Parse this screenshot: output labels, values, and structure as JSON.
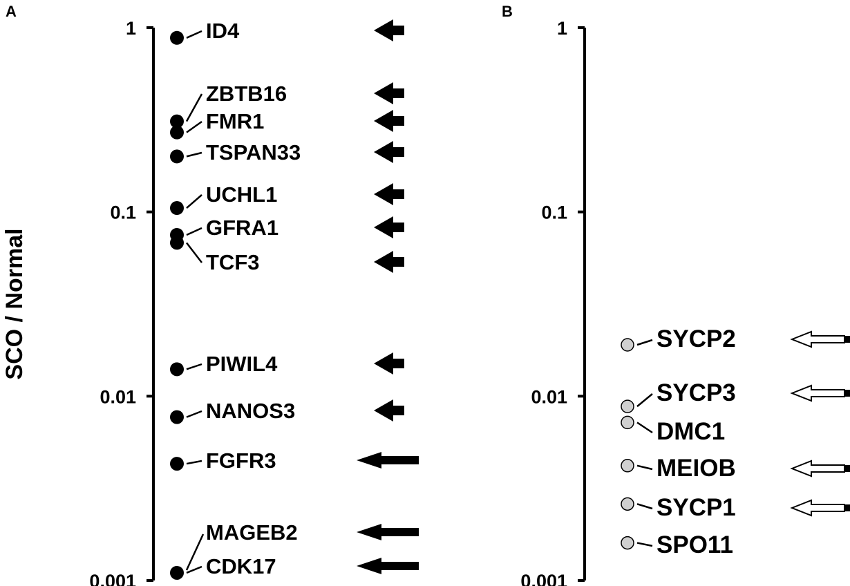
{
  "chart_data": [
    {
      "type": "scatter",
      "panel": "A",
      "title": "",
      "xlabel": "",
      "ylabel": "SCO / Normal",
      "yscale": "log",
      "ylim": [
        0.001,
        1
      ],
      "yticks": [
        1,
        0.1,
        0.01,
        0.001
      ],
      "ytick_labels": [
        "1",
        "0.1",
        "0.01",
        "0.001"
      ],
      "marker": "filled-black-circle",
      "series": [
        {
          "points": [
            {
              "label": "ID4",
              "y": 0.88,
              "arrow": "filled-triangle"
            },
            {
              "label": "ZBTB16",
              "y": 0.31,
              "arrow": "filled-triangle"
            },
            {
              "label": "FMR1",
              "y": 0.27,
              "arrow": "filled-triangle"
            },
            {
              "label": "TSPAN33",
              "y": 0.2,
              "arrow": "filled-triangle"
            },
            {
              "label": "UCHL1",
              "y": 0.105,
              "arrow": "filled-triangle"
            },
            {
              "label": "GFRA1",
              "y": 0.075,
              "arrow": "filled-triangle"
            },
            {
              "label": "TCF3",
              "y": 0.068,
              "arrow": "filled-triangle"
            },
            {
              "label": "PIWIL4",
              "y": 0.014,
              "arrow": "filled-triangle"
            },
            {
              "label": "NANOS3",
              "y": 0.0077,
              "arrow": "filled-triangle"
            },
            {
              "label": "FGFR3",
              "y": 0.0043,
              "arrow": "filled-thin"
            },
            {
              "label": "MAGEB2",
              "y": null,
              "arrow": "filled-thin"
            },
            {
              "label": "CDK17",
              "y": 0.0011,
              "arrow": "filled-thin"
            }
          ]
        }
      ],
      "colors": {
        "marker": "#000000",
        "arrow": "#000000"
      }
    },
    {
      "type": "scatter",
      "panel": "B",
      "title": "",
      "xlabel": "",
      "ylabel": "",
      "yscale": "log",
      "ylim": [
        0.001,
        1
      ],
      "yticks": [
        1,
        0.1,
        0.01,
        0.001
      ],
      "ytick_labels": [
        "1",
        "0.1",
        "0.01",
        "0.001"
      ],
      "marker": "gray-circle",
      "series": [
        {
          "points": [
            {
              "label": "SYCP2",
              "y": 0.019,
              "arrow": "open"
            },
            {
              "label": "SYCP3",
              "y": 0.0088,
              "arrow": "open"
            },
            {
              "label": "DMC1",
              "y": 0.0072,
              "arrow": "none"
            },
            {
              "label": "MEIOB",
              "y": 0.0042,
              "arrow": "open"
            },
            {
              "label": "SYCP1",
              "y": 0.0026,
              "arrow": "open"
            },
            {
              "label": "SPO11",
              "y": 0.0016,
              "arrow": "none"
            }
          ]
        }
      ],
      "colors": {
        "marker": "#d0d0d0",
        "marker_stroke": "#000000",
        "arrow_fill": "#ffffff",
        "arrow_stroke": "#000000"
      }
    }
  ]
}
